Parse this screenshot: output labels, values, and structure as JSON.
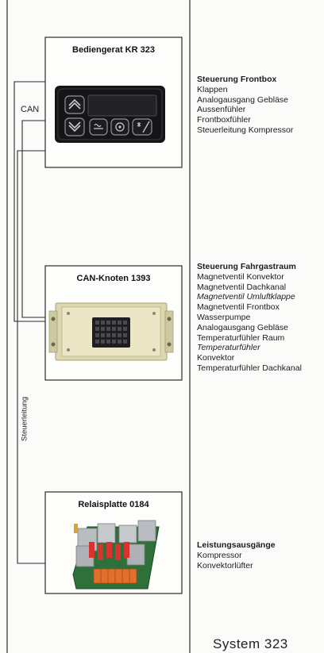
{
  "system_title": "System 323",
  "connections": {
    "can_label": "CAN",
    "control_line_label": "Steuerleitung"
  },
  "devices": [
    {
      "title": "Bediengerat KR 323",
      "group_title": "Steuerung Frontbox",
      "items": [
        {
          "text": "Klappen",
          "italic": false
        },
        {
          "text": "Analogausgang Gebläse",
          "italic": false
        },
        {
          "text": "Aussenfühler",
          "italic": false
        },
        {
          "text": "Frontboxfühler",
          "italic": false
        },
        {
          "text": "Steuerleitung Kompressor",
          "italic": false
        }
      ]
    },
    {
      "title": "CAN-Knoten 1393",
      "group_title": "Steuerung Fahrgastraum",
      "items": [
        {
          "text": "Magnetventil Konvektor",
          "italic": false
        },
        {
          "text": "Magnetventil Dachkanal",
          "italic": false
        },
        {
          "text": "Magnetventil Umluftklappe",
          "italic": true
        },
        {
          "text": "Magnetventil Frontbox",
          "italic": false
        },
        {
          "text": "Wasserpumpe",
          "italic": false
        },
        {
          "text": "Analogausgang Gebläse",
          "italic": false
        },
        {
          "text": "Temperaturfühler Raum",
          "italic": false
        },
        {
          "text": "Temperaturfühler",
          "italic": true
        },
        {
          "text": "Konvektor",
          "italic": false
        },
        {
          "text": "Temperaturfühler Dachkanal",
          "italic": false
        }
      ]
    },
    {
      "title": "Relaisplatte 0184",
      "group_title": "Leistungsausgänge",
      "items": [
        {
          "text": "Kompressor",
          "italic": false
        },
        {
          "text": "Konvektorlüfter",
          "italic": false
        }
      ]
    }
  ],
  "colors": {
    "line": "#2a2a2a",
    "panel_black": "#151517",
    "module_housing": "#ddd7b0",
    "pcb_green": "#2f6f3a",
    "relay_grey": "#b9bcc0",
    "relay_red": "#d8332f",
    "terminal_orange": "#e2702a"
  }
}
